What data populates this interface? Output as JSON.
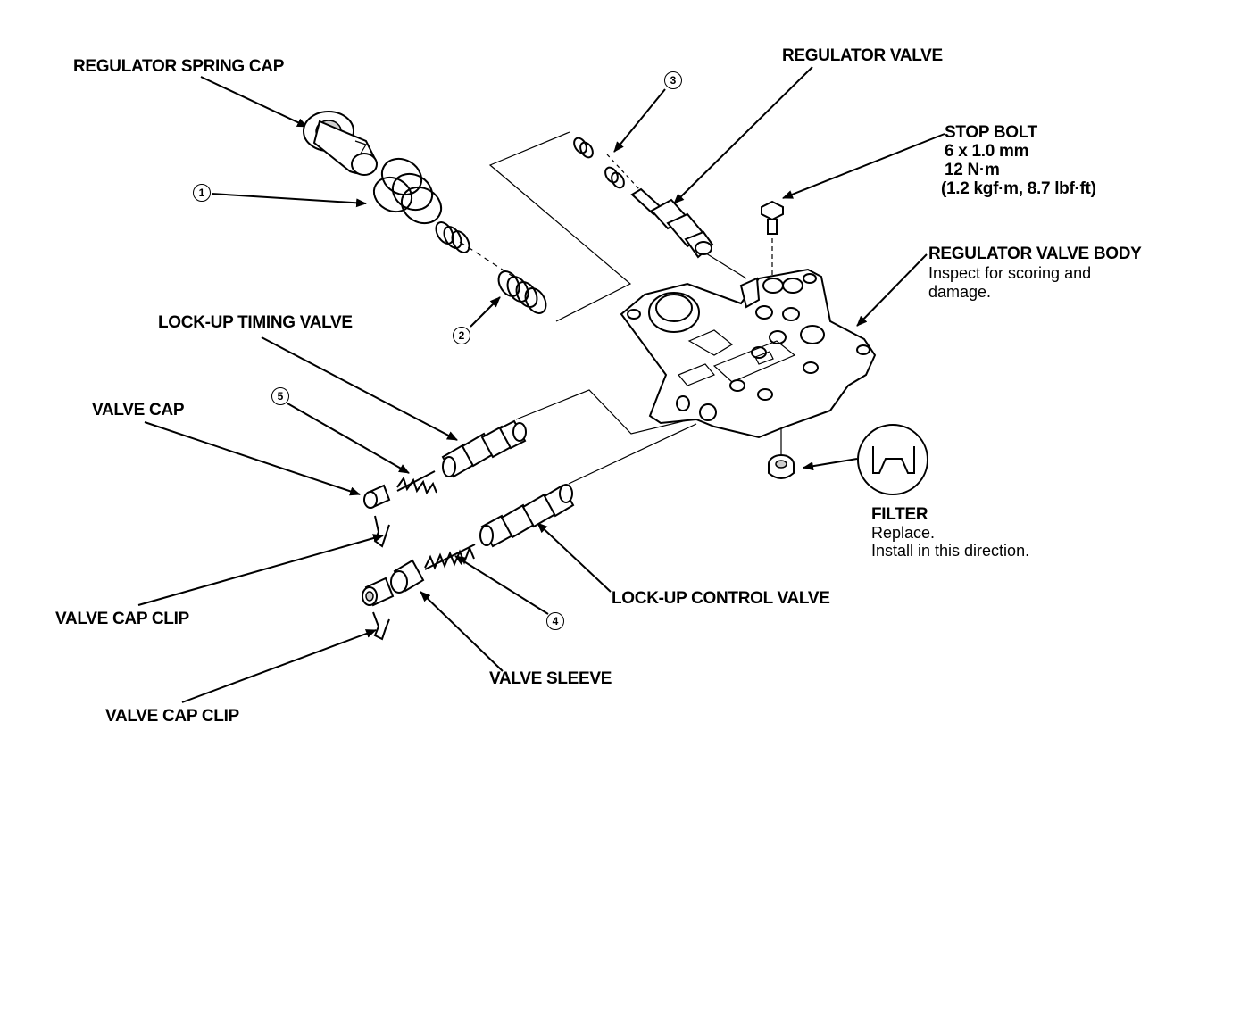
{
  "labels": {
    "regulator_spring_cap": "REGULATOR SPRING CAP",
    "regulator_valve": "REGULATOR VALVE",
    "stop_bolt": "STOP BOLT",
    "stop_bolt_size": "6 x 1.0 mm",
    "stop_bolt_torque": "12 N·m",
    "stop_bolt_torque_alt": "(1.2 kgf·m, 8.7 lbf·ft)",
    "regulator_valve_body": "REGULATOR VALVE BODY",
    "regulator_valve_body_note_1": "Inspect for scoring and",
    "regulator_valve_body_note_2": "damage.",
    "lockup_timing_valve": "LOCK-UP TIMING VALVE",
    "valve_cap": "VALVE CAP",
    "filter": "FILTER",
    "filter_note_1": "Replace.",
    "filter_note_2": "Install in this direction.",
    "lockup_control_valve": "LOCK-UP CONTROL VALVE",
    "valve_cap_clip_1": "VALVE CAP CLIP",
    "valve_sleeve": "VALVE SLEEVE",
    "valve_cap_clip_2": "VALVE CAP CLIP"
  },
  "callouts": [
    "1",
    "2",
    "3",
    "4",
    "5"
  ]
}
